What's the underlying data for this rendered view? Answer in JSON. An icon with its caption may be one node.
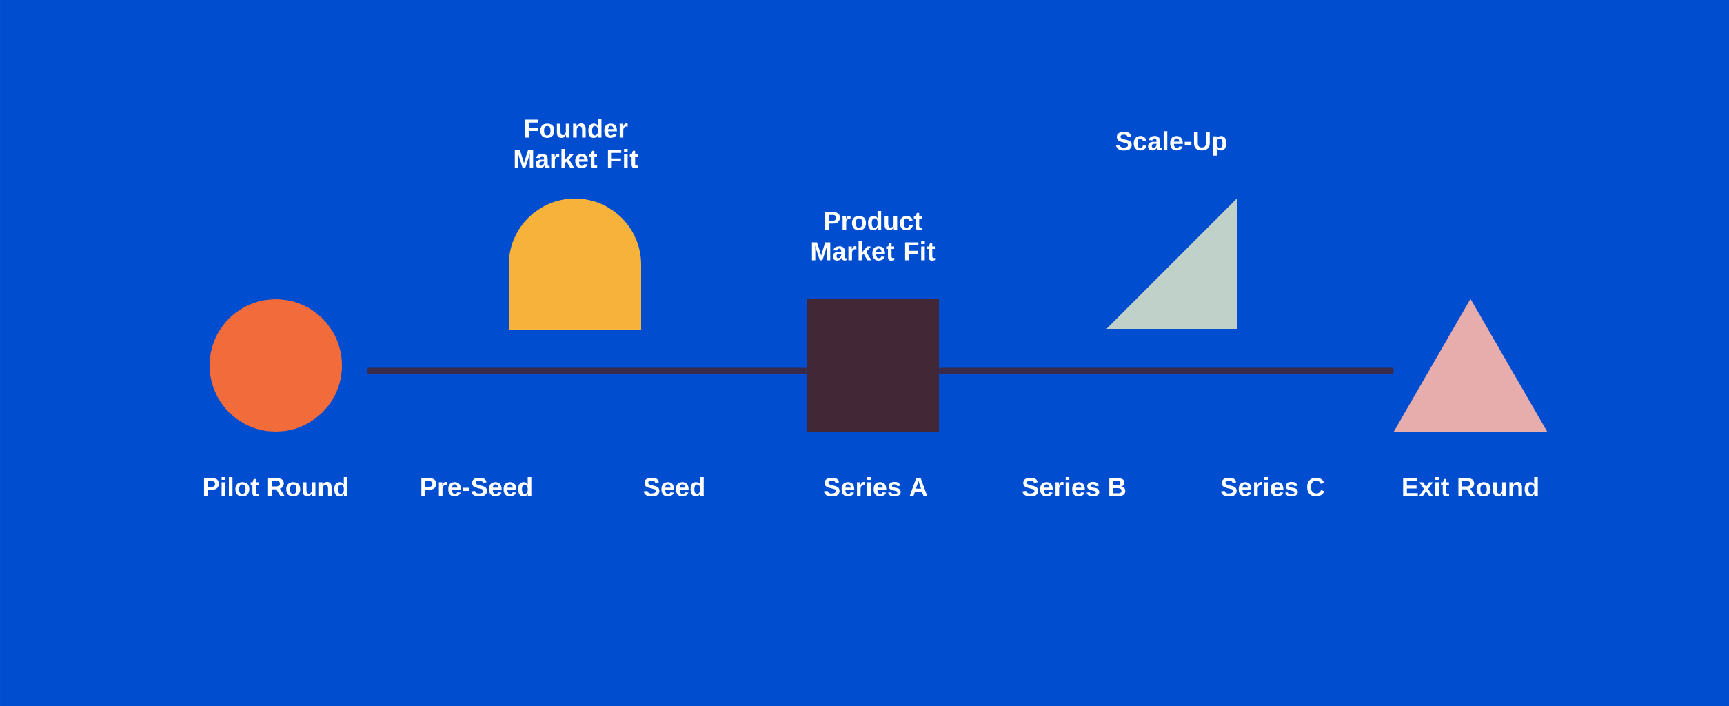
{
  "diagram": {
    "nodes": [
      {
        "text": [],
        "shape": "circle",
        "beside": [
          "Pilot Round"
        ]
      },
      {
        "text": [
          "Founder Market Fit"
        ]
      },
      {
        "text": [
          "Product Market Fit"
        ],
        "beside": [
          "Series A"
        ]
      },
      {
        "text": [
          "Scale-Up"
        ]
      },
      {
        "text": [],
        "shape": "triangle",
        "beside": [
          "Exit Round"
        ]
      }
    ],
    "edges": [
      {
        "from": 0,
        "to": 2,
        "arrow": "none"
      },
      {
        "from": 2,
        "to": 4,
        "arrow": "none"
      }
    ],
    "labels": [
      "Pre-Seed",
      "Seed",
      "Series B",
      "Series C"
    ]
  }
}
